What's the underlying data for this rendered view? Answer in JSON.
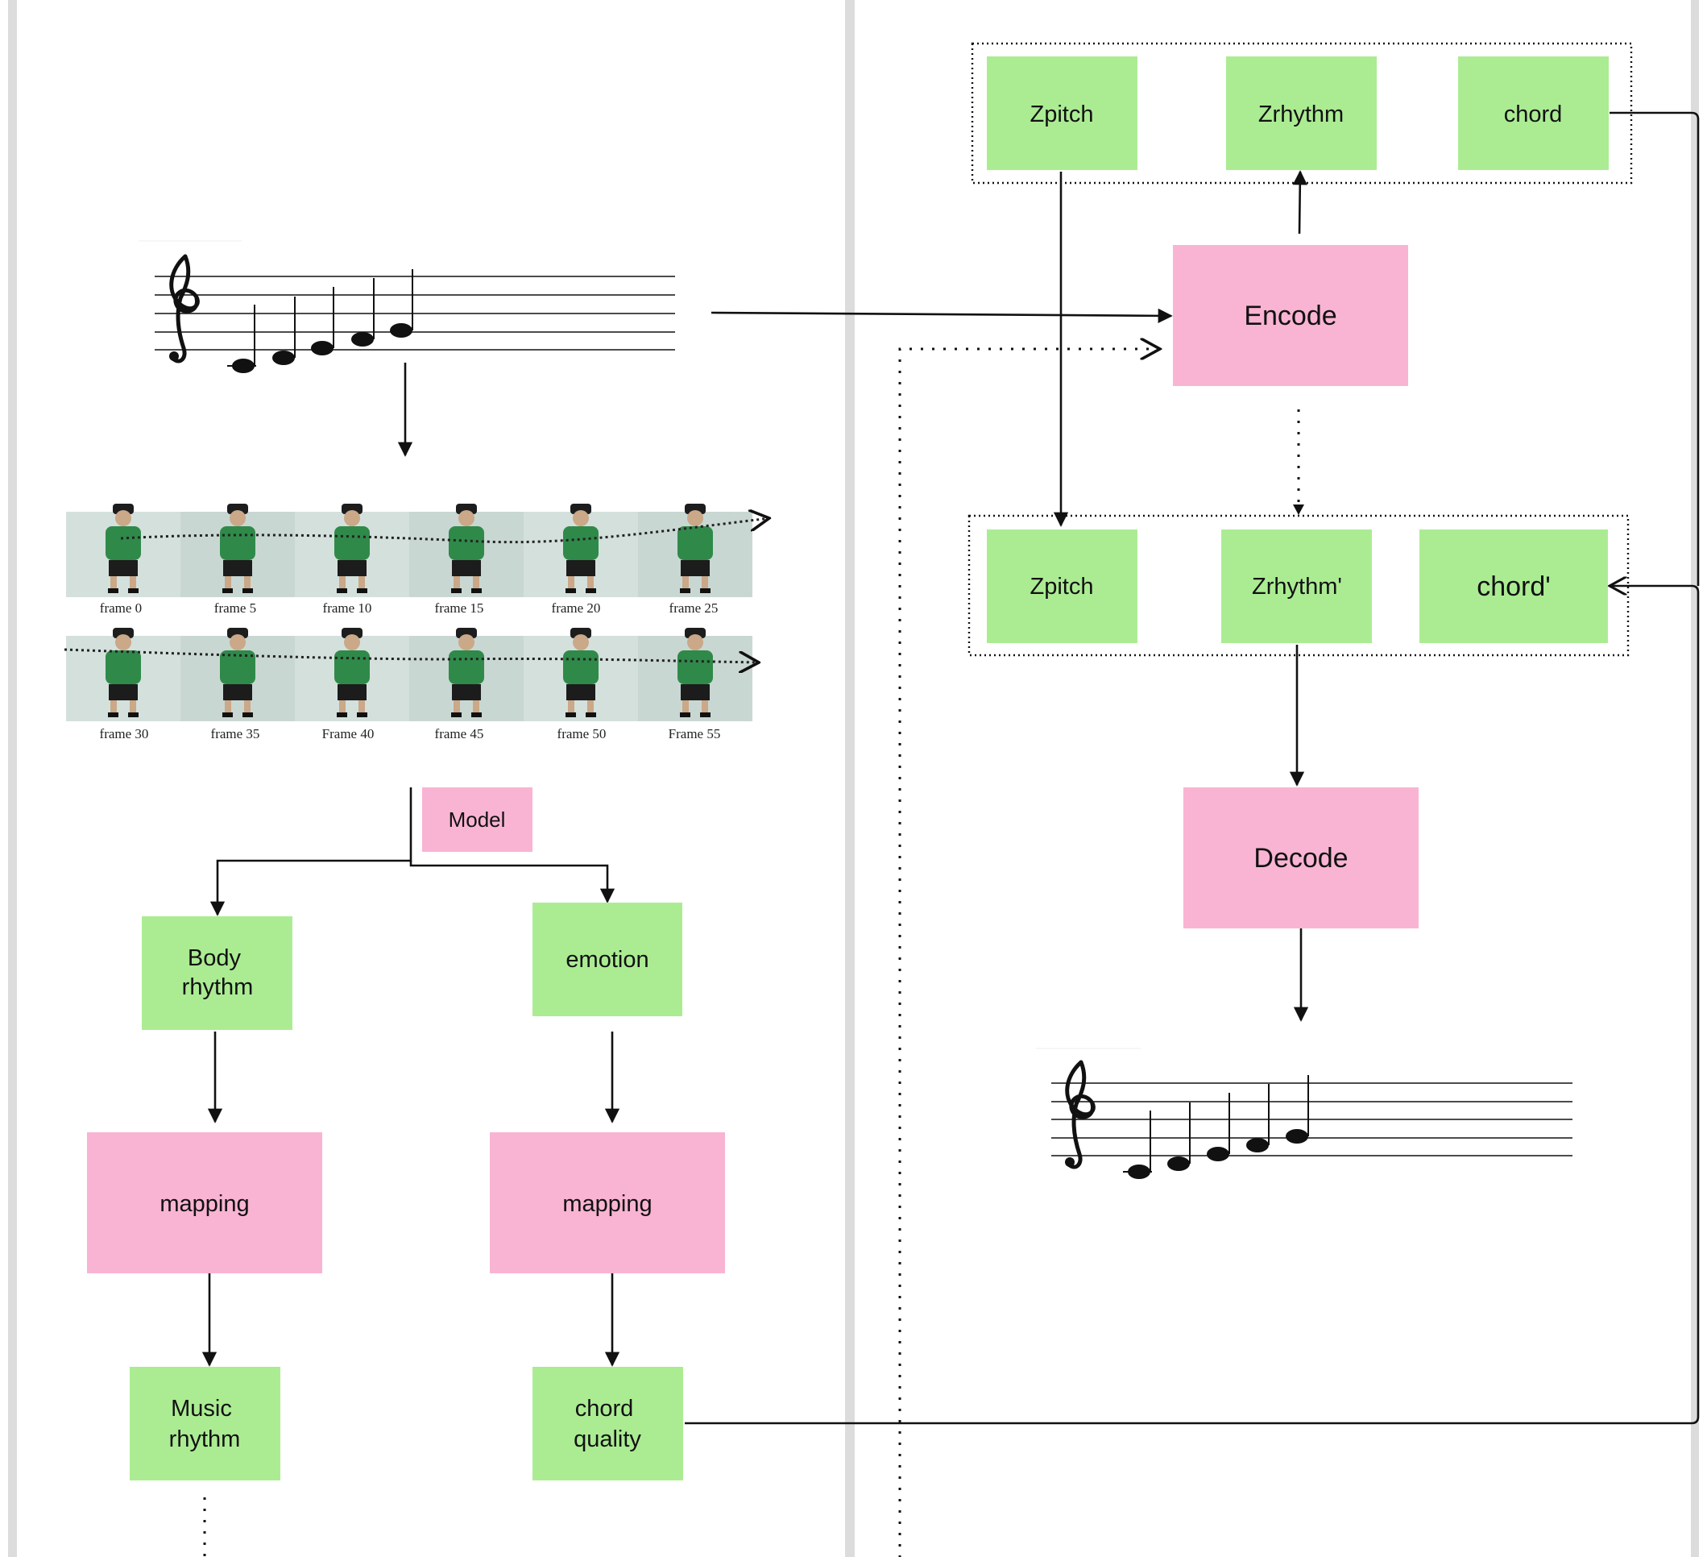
{
  "colors": {
    "green_box": "#abec93",
    "pink_box": "#f9b4d3",
    "panel_border": "#dcdcdc",
    "person_shirt": "#2f8a4a",
    "photo_background": "#cfdcd8"
  },
  "left_panel": {
    "model_label": "Model",
    "body_rhythm": "Body\nrhythm",
    "emotion": "emotion",
    "mapping_left": "mapping",
    "mapping_right": "mapping",
    "music_rhythm": "Music\nrhythm",
    "chord_quality": "chord\nquality",
    "frames_row1": [
      "frame 0",
      "frame 5",
      "frame 10",
      "frame 15",
      "frame 20",
      "frame 25"
    ],
    "frames_row2": [
      "frame 30",
      "frame 35",
      "Frame 40",
      "frame 45",
      "frame 50",
      "Frame 55"
    ]
  },
  "right_panel": {
    "top_group": [
      "Zpitch",
      "Zrhythm",
      "chord"
    ],
    "encode": "Encode",
    "bottom_group": [
      "Zpitch",
      "Zrhythm'",
      "chord'"
    ],
    "decode": "Decode"
  },
  "icons": [
    "treble-clef-icon",
    "music-note-icon"
  ]
}
